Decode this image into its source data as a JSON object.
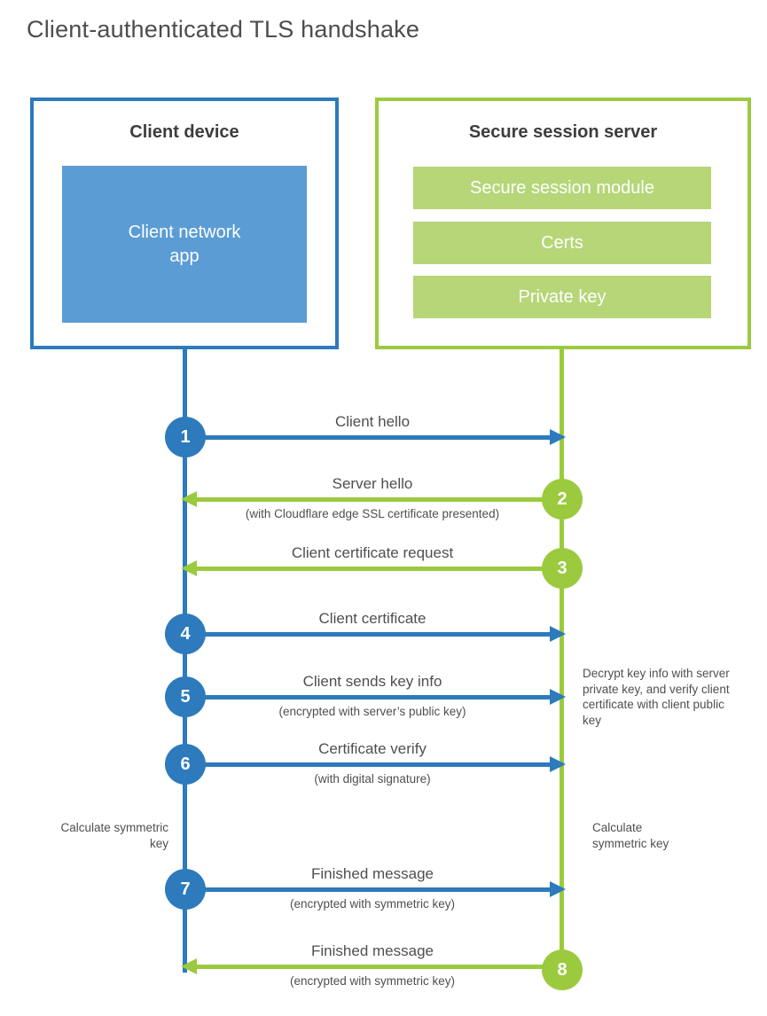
{
  "title": "Client-authenticated TLS handshake",
  "client": {
    "title": "Client device",
    "app_label": "Client network app"
  },
  "server": {
    "title": "Secure session server",
    "modules": [
      "Secure session module",
      "Certs",
      "Private key"
    ]
  },
  "steps": [
    {
      "num": "1",
      "actor": "client",
      "direction": "right",
      "label": "Client hello",
      "sublabel": ""
    },
    {
      "num": "2",
      "actor": "server",
      "direction": "left",
      "label": "Server hello",
      "sublabel": "(with Cloudflare edge SSL certificate presented)"
    },
    {
      "num": "3",
      "actor": "server",
      "direction": "left",
      "label": "Client certificate request",
      "sublabel": ""
    },
    {
      "num": "4",
      "actor": "client",
      "direction": "right",
      "label": "Client certificate",
      "sublabel": ""
    },
    {
      "num": "5",
      "actor": "client",
      "direction": "right",
      "label": "Client sends key info",
      "sublabel": "(encrypted with server’s public key)"
    },
    {
      "num": "6",
      "actor": "client",
      "direction": "right",
      "label": "Certificate verify",
      "sublabel": "(with digital signature)"
    },
    {
      "num": "7",
      "actor": "client",
      "direction": "right",
      "label": "Finished message",
      "sublabel": "(encrypted with symmetric key)"
    },
    {
      "num": "8",
      "actor": "server",
      "direction": "left",
      "label": "Finished message",
      "sublabel": "(encrypted with symmetric key)"
    }
  ],
  "annotations": {
    "decrypt_note": "Decrypt key info with server private key, and verify client certificate with client public key",
    "calc_left": "Calculate symmetric key",
    "calc_right": "Calculate symmetric key"
  },
  "colors": {
    "blue_stroke": "#2d7abc",
    "blue_fill": "#5b9cd5",
    "green_stroke": "#9bca3e",
    "green_fill": "#b6d678",
    "text_dark": "#3d3d3d",
    "text_label": "#4f4f4f"
  }
}
